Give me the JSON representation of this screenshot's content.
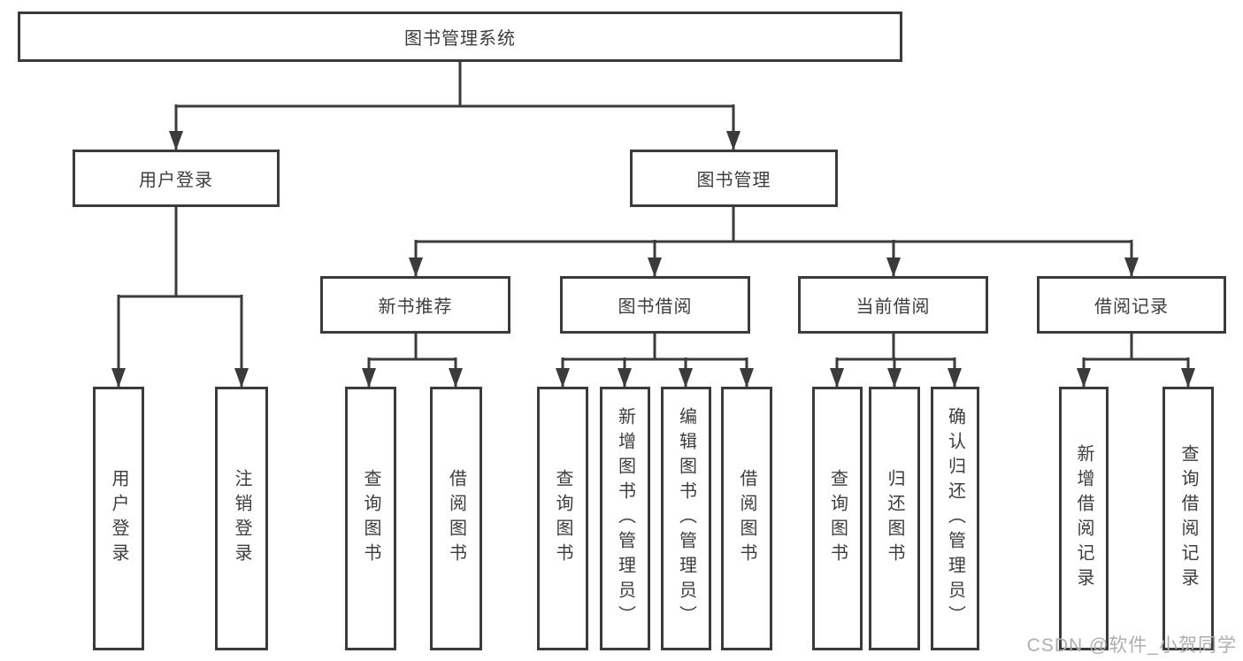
{
  "diagram_title": "图书管理系统",
  "colors": {
    "line": "#3b3b3b",
    "box_border": "#3b3b3b",
    "text": "#3d3d3d",
    "background": "#ffffff",
    "watermark": "#aeaeae"
  },
  "nodes": {
    "root": {
      "label": "图书管理系统"
    },
    "user_login": {
      "label": "用户登录"
    },
    "book_mgmt": {
      "label": "图书管理"
    },
    "new_book_rec": {
      "label": "新书推荐"
    },
    "book_borrow": {
      "label": "图书借阅"
    },
    "current_borrow": {
      "label": "当前借阅"
    },
    "borrow_records": {
      "label": "借阅记录"
    },
    "leaf_user_login": {
      "label": "用户登录"
    },
    "leaf_logout": {
      "label": "注销登录"
    },
    "leaf_query_books_rec": {
      "label": "查询图书"
    },
    "leaf_borrow_book_rec": {
      "label": "借阅图书"
    },
    "leaf_query_books_borrow": {
      "label": "查询图书"
    },
    "leaf_add_book_admin": {
      "label": "新增图书（管理员）"
    },
    "leaf_edit_book_admin": {
      "label": "编辑图书（管理员）"
    },
    "leaf_borrow_book_borrow": {
      "label": "借阅图书"
    },
    "leaf_query_books_current": {
      "label": "查询图书"
    },
    "leaf_return_book": {
      "label": "归还图书"
    },
    "leaf_confirm_return_admin": {
      "label": "确认归还（管理员）"
    },
    "leaf_add_borrow_record": {
      "label": "新增借阅记录"
    },
    "leaf_query_borrow_record": {
      "label": "查询借阅记录"
    }
  },
  "hierarchy": {
    "root": [
      "user_login",
      "book_mgmt"
    ],
    "user_login": [
      "leaf_user_login",
      "leaf_logout"
    ],
    "book_mgmt": [
      "new_book_rec",
      "book_borrow",
      "current_borrow",
      "borrow_records"
    ],
    "new_book_rec": [
      "leaf_query_books_rec",
      "leaf_borrow_book_rec"
    ],
    "book_borrow": [
      "leaf_query_books_borrow",
      "leaf_add_book_admin",
      "leaf_edit_book_admin",
      "leaf_borrow_book_borrow"
    ],
    "current_borrow": [
      "leaf_query_books_current",
      "leaf_return_book",
      "leaf_confirm_return_admin"
    ],
    "borrow_records": [
      "leaf_add_borrow_record",
      "leaf_query_borrow_record"
    ]
  },
  "watermark": {
    "text": "CSDN @软件_小贺同学"
  }
}
